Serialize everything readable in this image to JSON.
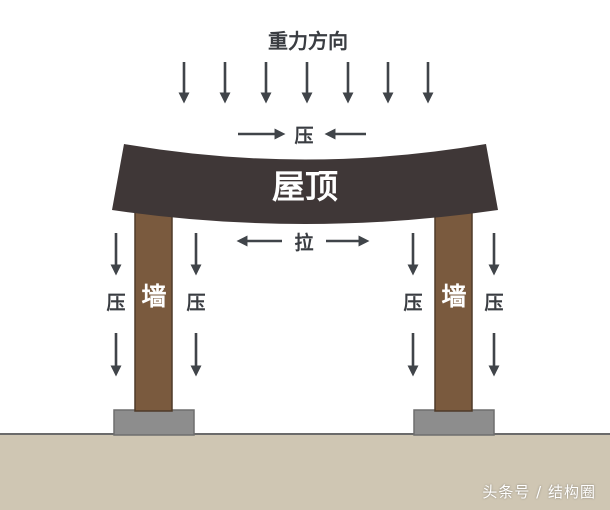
{
  "title": "重力方向",
  "roof_label": "屋顶",
  "wall_label": "墙",
  "compression_label": "压",
  "tension_label": "拉",
  "watermark": "头条号 / 结构圈",
  "colors": {
    "roof": "#3f3737",
    "wall": "#7a5a3e",
    "foundation": "#8d8d8d",
    "ground": "#cfc6b3",
    "ground_line": "#6b6b6b",
    "arrow": "#404449",
    "roof_text": "#ffffff",
    "wall_text": "#ffffff",
    "label_text": "#3a3d42"
  }
}
